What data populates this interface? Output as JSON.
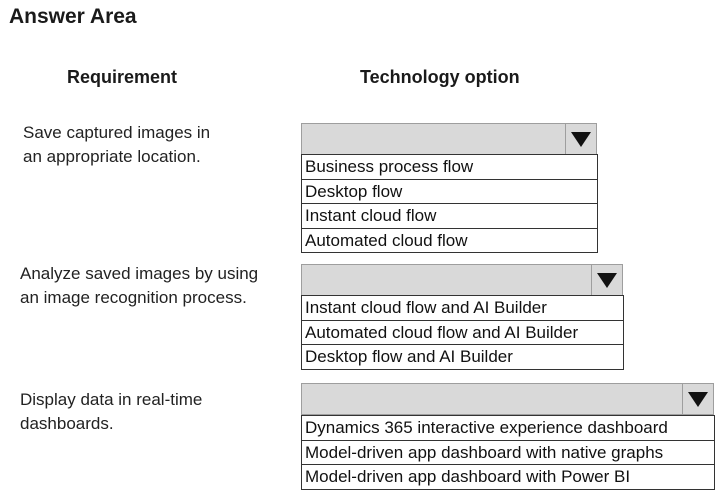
{
  "title": "Answer Area",
  "headers": {
    "requirement": "Requirement",
    "technology": "Technology option"
  },
  "rows": [
    {
      "requirement_lines": [
        "Save captured images in",
        "an appropriate location."
      ],
      "options": [
        "Business process flow",
        "Desktop flow",
        "Instant cloud flow",
        "Automated cloud flow"
      ]
    },
    {
      "requirement_lines": [
        "Analyze saved images by using",
        "an image recognition process."
      ],
      "options": [
        "Instant cloud flow and AI Builder",
        "Automated cloud flow and AI Builder",
        "Desktop flow and AI Builder"
      ]
    },
    {
      "requirement_lines": [
        "Display data in real-time",
        "dashboards."
      ],
      "options": [
        "Dynamics 365 interactive experience dashboard",
        "Model-driven app dashboard with native graphs",
        "Model-driven app dashboard with Power BI"
      ]
    }
  ],
  "icons": {
    "dropdown_arrow": "triangle-down-icon"
  },
  "colors": {
    "dropdown_bg": "#d9d9d9",
    "border": "#333333"
  }
}
